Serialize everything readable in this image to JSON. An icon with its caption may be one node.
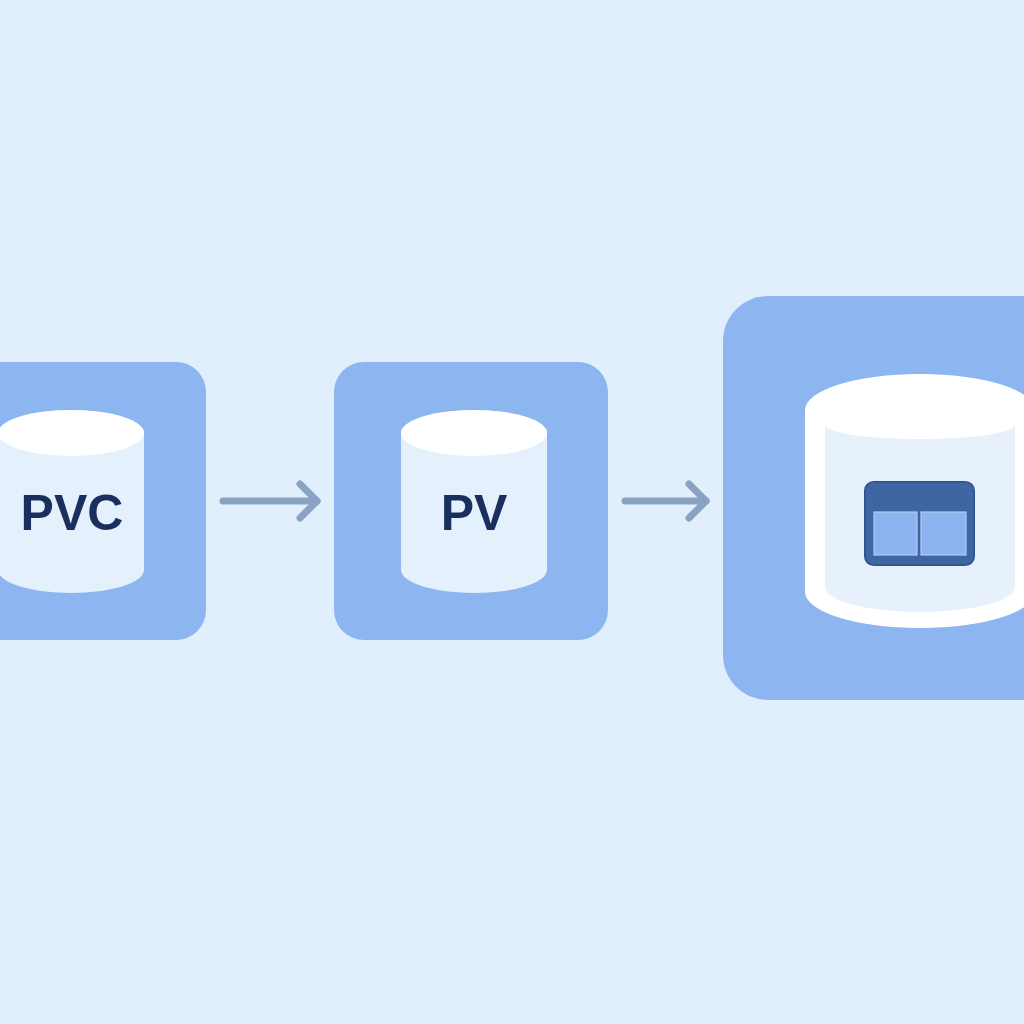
{
  "diagram": {
    "nodes": [
      {
        "text": [],
        "shape": "box"
      },
      {
        "text": [
          "PVC"
        ],
        "in": 0
      },
      {
        "text": [],
        "shape": "box"
      },
      {
        "text": [
          "PV"
        ],
        "in": 2
      },
      {
        "text": [],
        "shape": "box"
      },
      {
        "text": [],
        "shape": "cylinder",
        "in": 4
      }
    ],
    "edges": [
      {
        "from": 0,
        "to": 2,
        "arrow": "to"
      },
      {
        "from": 2,
        "to": 4,
        "arrow": "to"
      }
    ]
  }
}
